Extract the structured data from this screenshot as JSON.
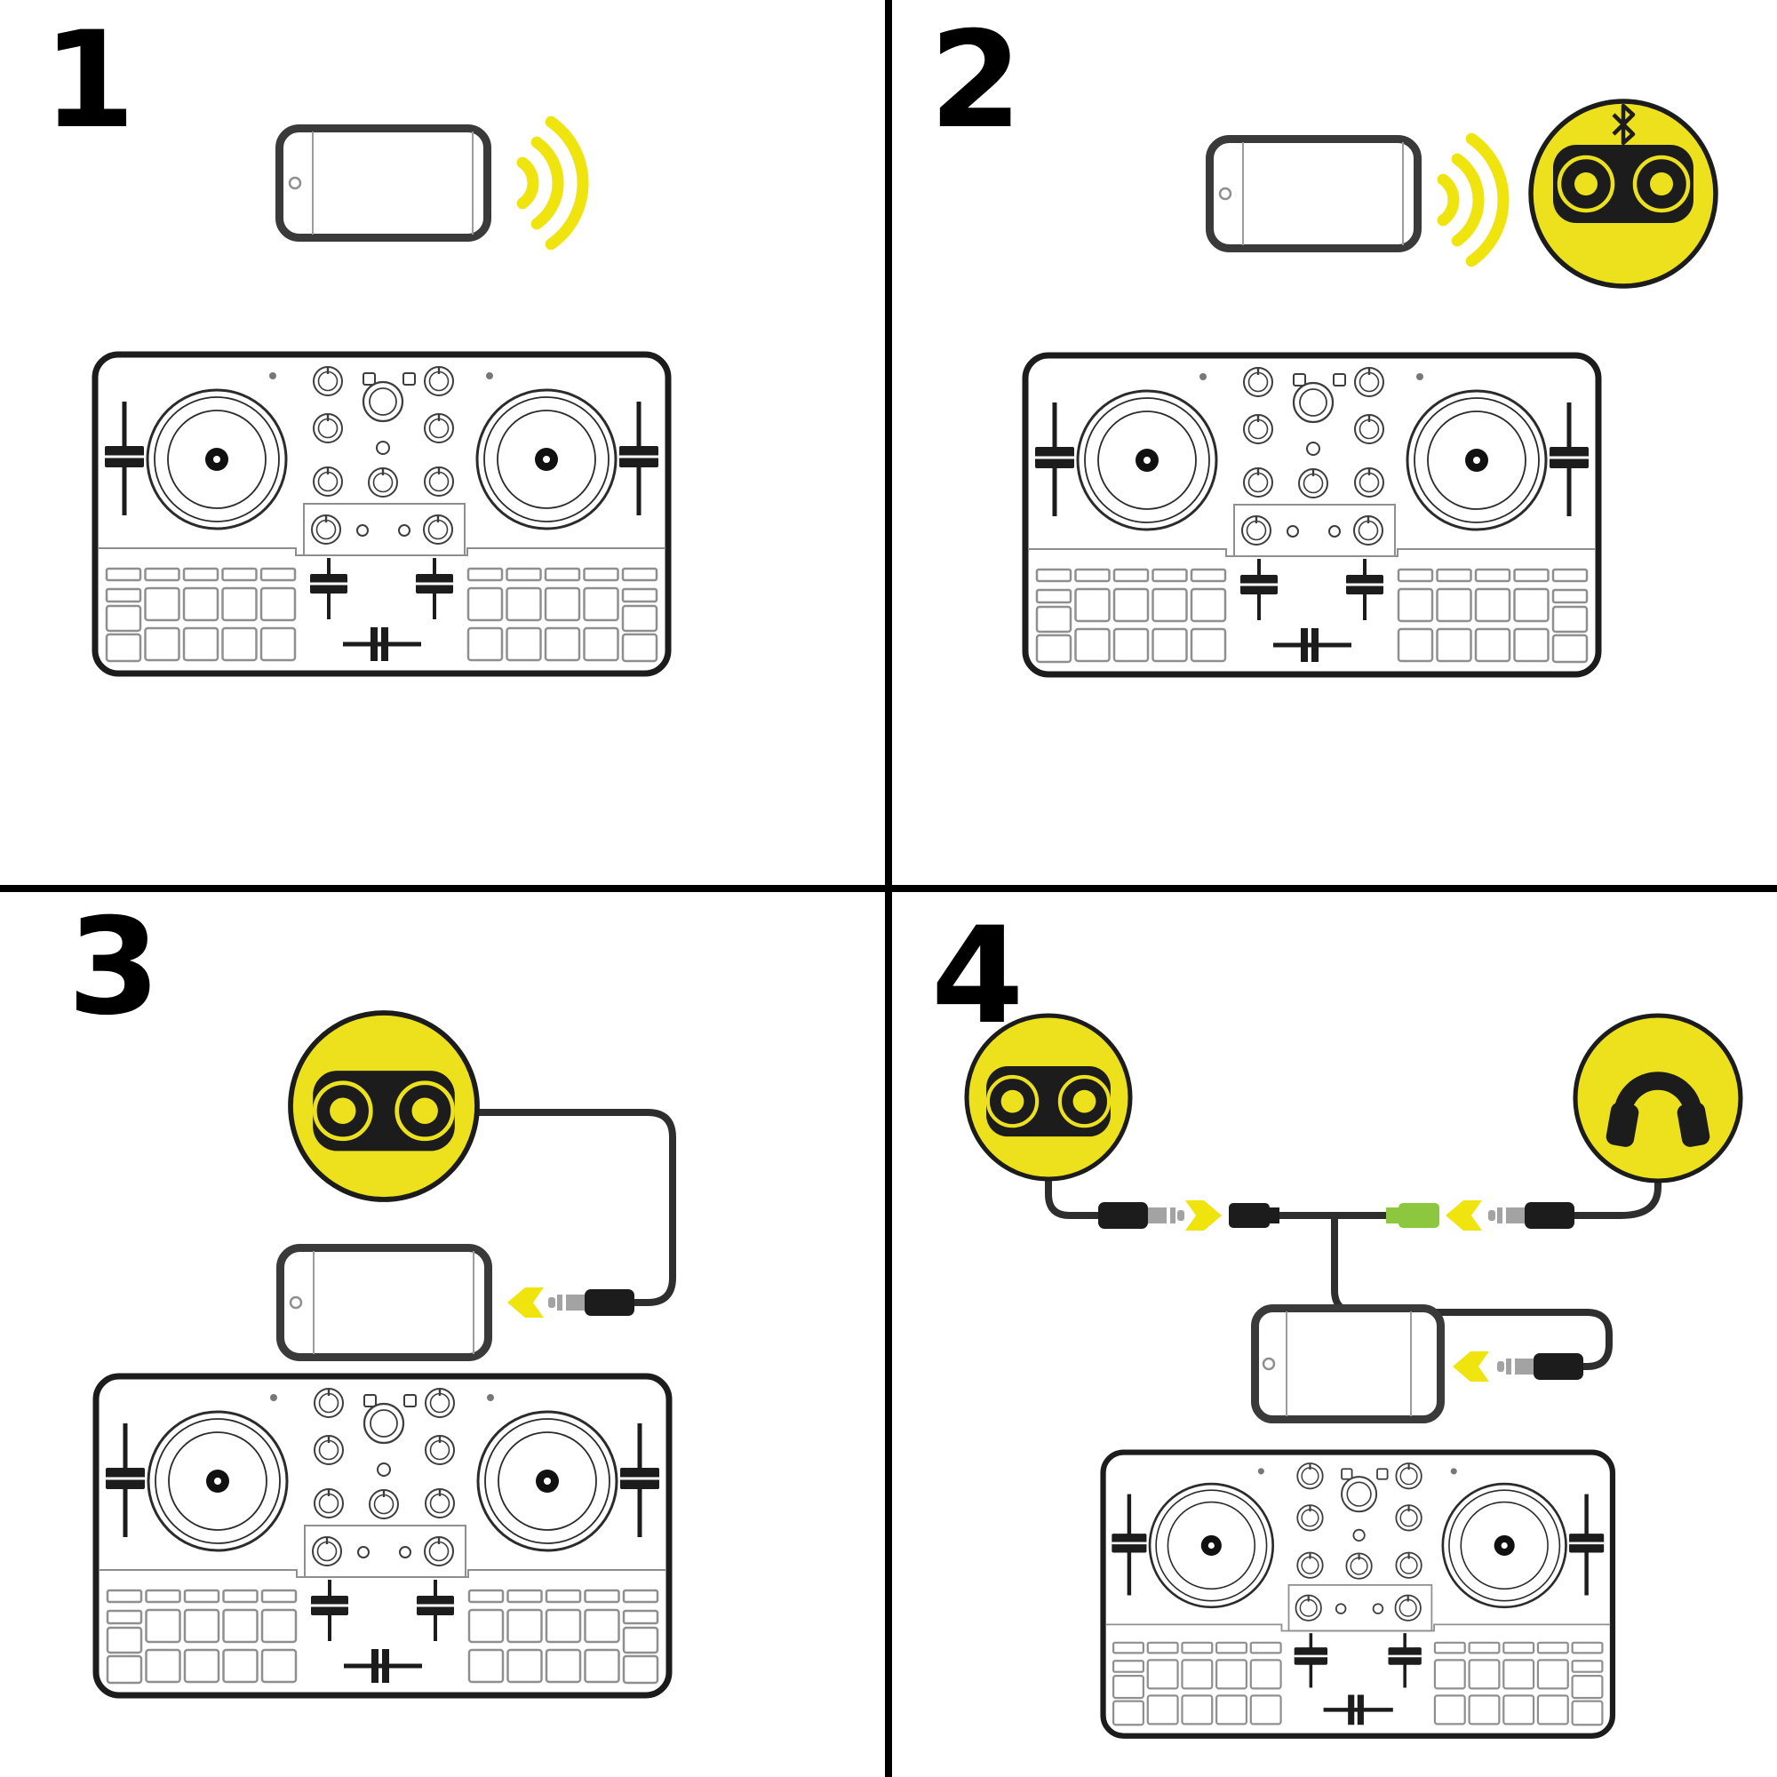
{
  "title": "",
  "colors": {
    "background": "#ffffff",
    "ink": "#1c1c1c",
    "accent_yellow": "#F0E40E",
    "badge_yellow": "#ECE11C",
    "connector_green": "#8DC63F",
    "divider": "#000000"
  },
  "panels": [
    {
      "number": "1",
      "icons": [
        "smartphone-icon",
        "wireless-signal-icon",
        "dj-controller-icon"
      ]
    },
    {
      "number": "2",
      "icons": [
        "smartphone-icon",
        "wireless-signal-icon",
        "bluetooth-speaker-badge-icon",
        "dj-controller-icon"
      ]
    },
    {
      "number": "3",
      "icons": [
        "speaker-badge-icon",
        "audio-cable",
        "jack-plug-icon",
        "insert-arrow-icon",
        "smartphone-icon",
        "dj-controller-icon"
      ]
    },
    {
      "number": "4",
      "icons": [
        "speaker-badge-icon",
        "headphones-badge-icon",
        "jack-plug-icon",
        "splitter-cable",
        "black-jack-connector-icon",
        "green-jack-connector-icon",
        "insert-arrow-icon",
        "smartphone-icon",
        "dj-controller-icon"
      ]
    }
  ]
}
